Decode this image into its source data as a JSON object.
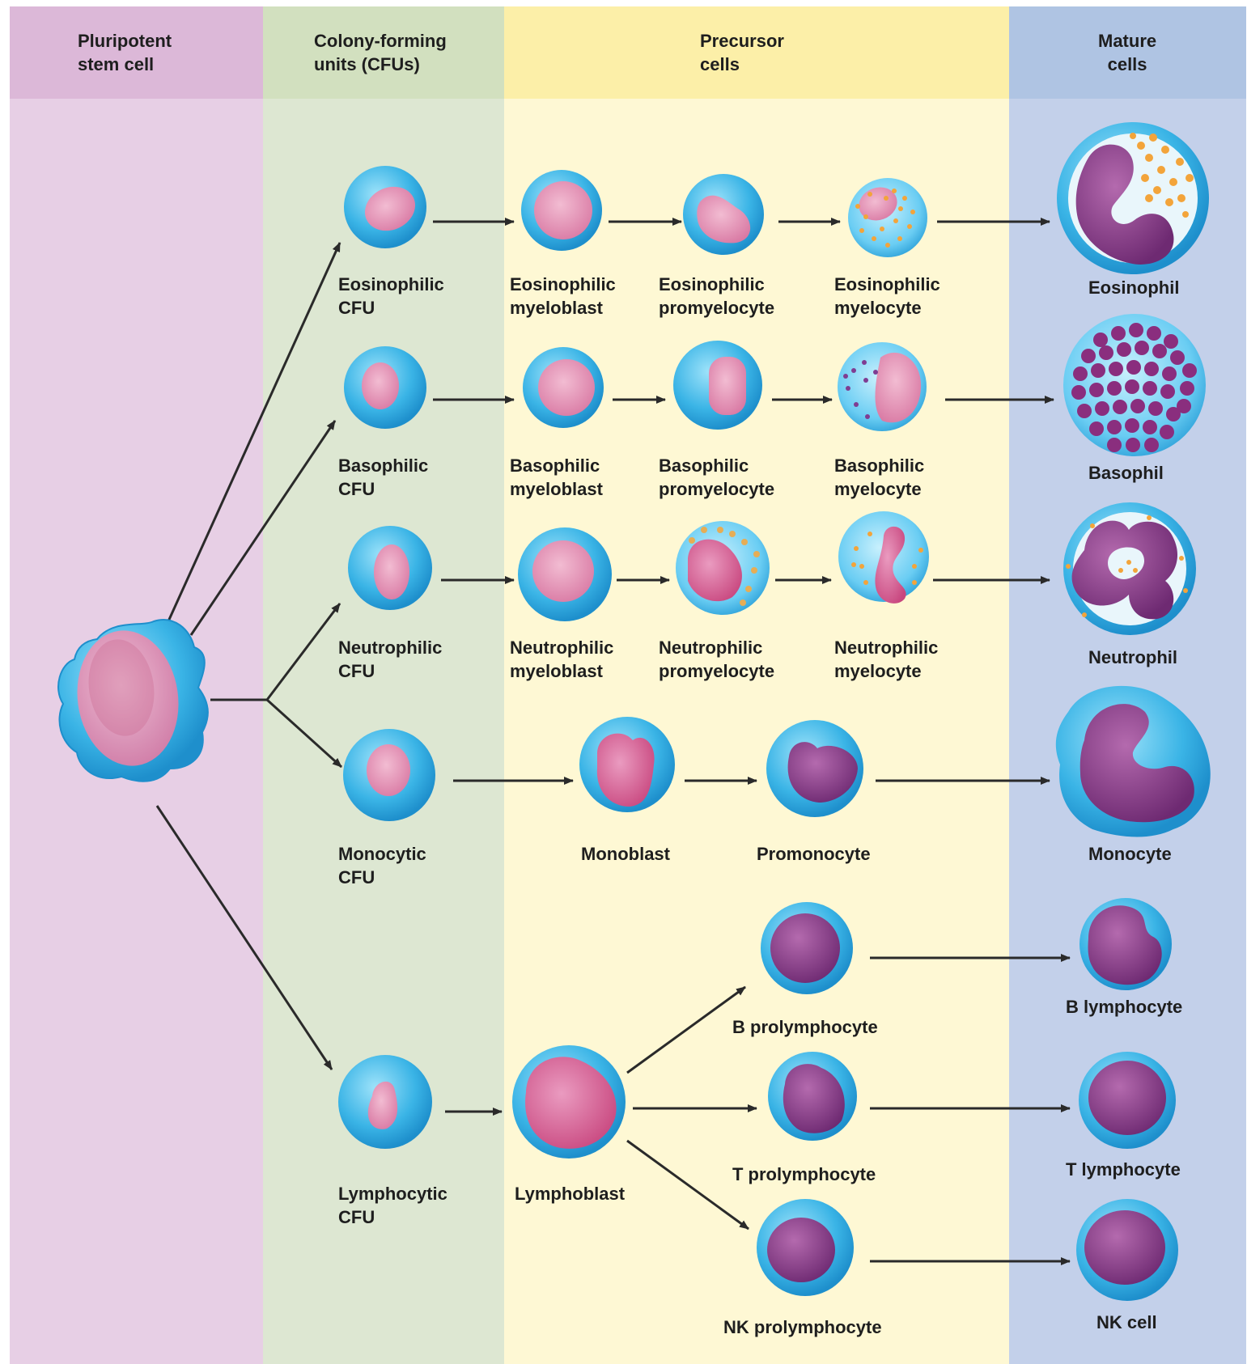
{
  "columns": {
    "stem": "Pluripotent\nstem cell",
    "cfu": "Colony-forming\nunits (CFUs)",
    "precursor": "Precursor\ncells",
    "mature": "Mature\ncells"
  },
  "labels": {
    "eos_cfu": "Eosinophilic\nCFU",
    "eos_myeloblast": "Eosinophilic\nmyeloblast",
    "eos_promyelocyte": "Eosinophilic\npromyelocyte",
    "eos_myelocyte": "Eosinophilic\nmyelocyte",
    "eosinophil": "Eosinophil",
    "baso_cfu": "Basophilic\nCFU",
    "baso_myeloblast": "Basophilic\nmyeloblast",
    "baso_promyelocyte": "Basophilic\npromyelocyte",
    "baso_myelocyte": "Basophilic\nmyelocyte",
    "basophil": "Basophil",
    "neut_cfu": "Neutrophilic\nCFU",
    "neut_myeloblast": "Neutrophilic\nmyeloblast",
    "neut_promyelocyte": "Neutrophilic\npromyelocyte",
    "neut_myelocyte": "Neutrophilic\nmyelocyte",
    "neutrophil": "Neutrophil",
    "mono_cfu": "Monocytic\nCFU",
    "monoblast": "Monoblast",
    "promonocyte": "Promonocyte",
    "monocyte": "Monocyte",
    "lymph_cfu": "Lymphocytic\nCFU",
    "lymphoblast": "Lymphoblast",
    "b_prolymphocyte": "B prolymphocyte",
    "b_lymphocyte": "B lymphocyte",
    "t_prolymphocyte": "T prolymphocyte",
    "t_lymphocyte": "T lymphocyte",
    "nk_prolymphocyte": "NK prolymphocyte",
    "nk_cell": "NK cell"
  },
  "colors": {
    "cytoplasm": "#3ab4e6",
    "cytoplasm_light": "#8fdcf8",
    "pink_nucleus": "#e58fb2",
    "purple_nucleus": "#8e3c8e",
    "orange_granule": "#f3a43a",
    "arrow": "#2a2a2a"
  }
}
